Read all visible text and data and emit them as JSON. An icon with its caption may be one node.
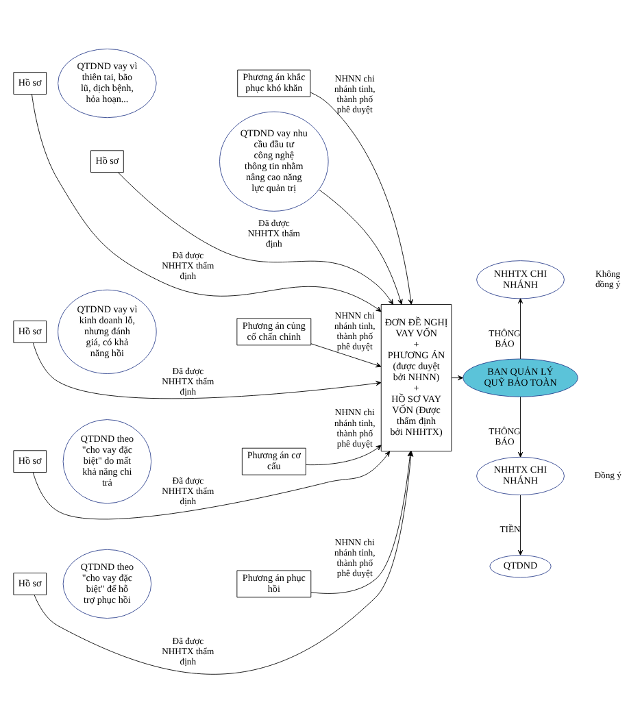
{
  "diagram": {
    "nodes": [
      {
        "text": [
          "Hồ sơ"
        ]
      },
      {
        "text": [
          "QTDND vay vì thiên tai, bão lũ, dịch bệnh, hỏa hoạn..."
        ]
      },
      {
        "text": [
          "Phương án khắc phục khó khăn"
        ]
      },
      {
        "text": [
          "Hồ sơ"
        ]
      },
      {
        "text": [
          "QTDND vay nhu cầu đầu tư công nghệ thông tin nhằm nâng cao năng lực quản trị"
        ]
      },
      {
        "text": [
          "Hồ sơ"
        ]
      },
      {
        "text": [
          "QTDND vay vì kinh doanh lỗ, nhưng đánh giá, có khả năng hồi"
        ]
      },
      {
        "text": [
          "Phương án củng cố chấn chỉnh"
        ]
      },
      {
        "text": [
          "Hồ sơ"
        ]
      },
      {
        "text": [
          "QTDND theo \"cho vay đặc biệt\" do mất khả năng chi trả"
        ]
      },
      {
        "text": [
          "Phương án cơ cấu"
        ]
      },
      {
        "text": [
          "Hồ sơ"
        ]
      },
      {
        "text": [
          "QTDND theo \"cho vay đặc biệt\" để hỗ trợ phục hồi"
        ]
      },
      {
        "text": [
          "Phương án phục hồi"
        ]
      },
      {
        "text": [
          "ĐƠN ĐỀ NGHỊ VAY VỐN",
          "+",
          "PHƯƠNG ÁN (được duyệt bởi NHNN)",
          "+",
          "HỒ SƠ VAY VỐN (Được thẩm định bởi NHHTX)"
        ]
      },
      {
        "text": [
          "NHHTX CHI NHÁNH"
        ]
      },
      {
        "text": [
          "BAN QUẢN LÝ QUỸ BẢO TOÀN"
        ]
      },
      {
        "text": [
          "NHHTX CHI NHÁNH"
        ]
      },
      {
        "text": [
          "QTDND"
        ]
      }
    ],
    "edges": [
      {
        "from": 2,
        "to": 14,
        "arrow": "to",
        "label": "NHNN chi nhánh tỉnh, thành phố phê duyệt"
      },
      {
        "from": 0,
        "to": 14,
        "arrow": "to",
        "label": "Đã được NHHTX thẩm định"
      },
      {
        "from": 4,
        "to": 14,
        "arrow": "to"
      },
      {
        "from": 3,
        "to": 14,
        "arrow": "to",
        "label": "Đã được NHHTX thẩm định"
      },
      {
        "from": 7,
        "to": 14,
        "arrow": "to",
        "label": "NHNN chi nhánh tỉnh, thành phố phê duyệt"
      },
      {
        "from": 5,
        "to": 14,
        "arrow": "to",
        "label": "Đã được NHHTX thẩm định"
      },
      {
        "from": 10,
        "to": 14,
        "arrow": "to",
        "label": "NHNN chi nhánh tỉnh, thành phố phê duyệt"
      },
      {
        "from": 8,
        "to": 14,
        "arrow": "to",
        "label": "Đã được NHHTX thẩm định"
      },
      {
        "from": 13,
        "to": 14,
        "arrow": "to",
        "label": "NHNN chi nhánh tỉnh, thành phố phê duyệt"
      },
      {
        "from": 11,
        "to": 14,
        "arrow": "to",
        "label": "Đã được NHHTX thẩm định"
      },
      {
        "from": 14,
        "to": 16,
        "arrow": "to"
      },
      {
        "from": 16,
        "to": 15,
        "arrow": "to",
        "label": "THÔNG BÁO"
      },
      {
        "from": 16,
        "to": 17,
        "arrow": "to",
        "label": "THÔNG BÁO"
      },
      {
        "from": 17,
        "to": 18,
        "arrow": "to",
        "label": "TIỀN"
      }
    ],
    "labels": [
      "Không đồng ý",
      "Đồng ý"
    ]
  }
}
